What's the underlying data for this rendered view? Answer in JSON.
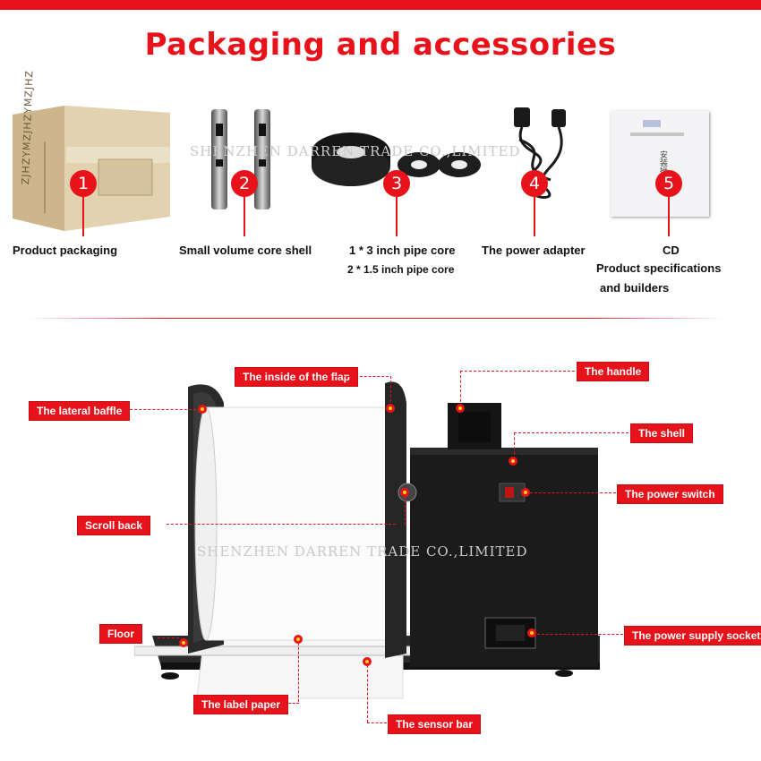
{
  "header": {
    "title": "Packaging and accessories"
  },
  "accessories": [
    {
      "number": "1",
      "label": "Product packaging"
    },
    {
      "number": "2",
      "label": "Small volume core shell"
    },
    {
      "number": "3",
      "label_line1": "1 * 3 inch pipe core",
      "label_line2": "2 * 1.5 inch pipe core"
    },
    {
      "number": "4",
      "label": "The power adapter"
    },
    {
      "number": "5",
      "label_line1": "CD",
      "label_line2": "Product specifications",
      "label_line3": "and builders"
    }
  ],
  "watermark_text": "SHENZHEN DARREN TRADE CO.,LIMITED",
  "box_side_text": "ZJHZYMZJHZYMZJHZ",
  "manual_text": "安装操作",
  "parts": {
    "lateral_baffle": "The lateral baffle",
    "inside_flap": "The inside of the flap",
    "handle": "The handle",
    "shell": "The shell",
    "power_switch": "The power switch",
    "scroll_back": "Scroll back",
    "floor": "Floor",
    "power_socket": "The power supply socket",
    "label_paper": "The label paper",
    "sensor_bar": "The sensor bar"
  },
  "colors": {
    "accent": "#e8121b",
    "marker": "#ffd400",
    "device": "#1b1b1b"
  }
}
